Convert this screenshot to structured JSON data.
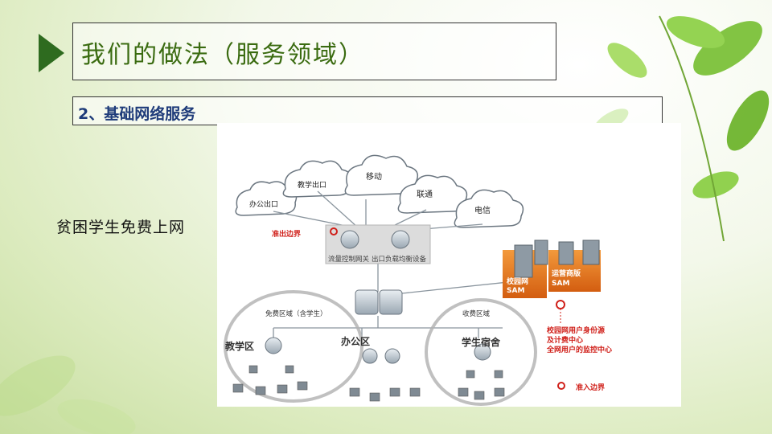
{
  "slide": {
    "title": "我们的做法（服务领域）",
    "subtitle": "2、基础网络服务",
    "side_label": "贫困学生免费上网"
  },
  "diagram": {
    "clouds": [
      "办公出口",
      "教学出口",
      "移动",
      "联通",
      "电信"
    ],
    "boundary_exit": "准出边界",
    "boundary_enter": "准入边界",
    "device_flow": "流量控制网关",
    "device_lb": "出口负载均衡设备",
    "zone_free": "免费区域（含学生）",
    "zone_paid": "收费区域",
    "area_teaching": "教学区",
    "area_office": "办公区",
    "area_dorm": "学生宿舍",
    "sam_campus": [
      "校园网",
      "SAM"
    ],
    "sam_operator": [
      "运营商版",
      "SAM"
    ],
    "center_lines": [
      "校园网用户身份源",
      "及计费中心",
      "全网用户的监控中心"
    ]
  },
  "colors": {
    "title": "#3a6b10",
    "subtitle": "#1f3c7a",
    "accent_red": "#d0201a",
    "sam_orange": "#e8761e",
    "arrow": "#2e6b1f"
  }
}
